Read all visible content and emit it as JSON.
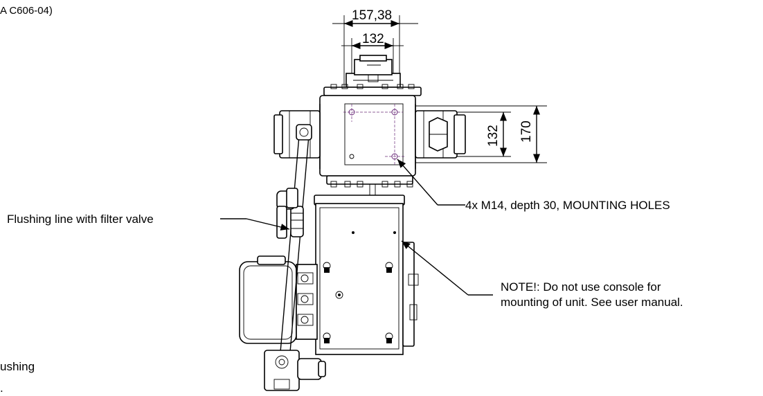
{
  "header": {
    "doc_ref_fragment": "A C606-04)"
  },
  "dimensions": {
    "top_outer": "157,38",
    "top_inner": "132",
    "side_inner": "132",
    "side_outer": "170"
  },
  "callouts": {
    "flushing_line": "Flushing line with filter valve",
    "mounting_holes": "4x M14, depth 30, MOUNTING HOLES",
    "note_line1": "NOTE!: Do not use console for",
    "note_line2": "mounting of unit. See user manual.",
    "cut_off_fragment": "ushing",
    "cut_off_dot": "."
  }
}
